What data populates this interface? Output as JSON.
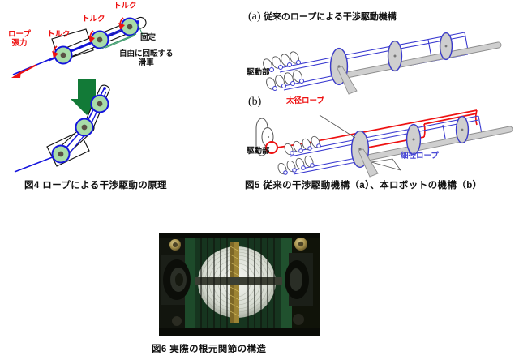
{
  "document": {
    "language": "ja",
    "type": "technical-figure-sheet"
  },
  "figures": [
    {
      "id": "fig4",
      "caption_number": "図4",
      "caption_text": "ロープによる干渉駆動の原理",
      "caption_full": "図4  ロープによる干渉駆動の原理",
      "labels": {
        "rope_tension_line1": "ロープ",
        "rope_tension_line2": "張力",
        "torque_1": "トルク",
        "torque_2": "トルク",
        "torque_3": "トルク",
        "fixed": "固定",
        "free_pulley_line1": "自由に回転する",
        "free_pulley_line2": "滑車"
      },
      "colors": {
        "torque_label": "#ee1111",
        "rope": "#1414dd",
        "pulley_fill": "#a8dca8",
        "pulley_ring": "#1414dd",
        "pulley_hub": "#5a5045",
        "leader_line": "#3f9b6d",
        "arrow": "#127a37",
        "link_outline": "#111111"
      }
    },
    {
      "id": "fig5",
      "caption_number": "図5",
      "caption_text": "従来の干渉駆動機構（a）、本ロボットの機構（b）",
      "caption_full": "図5  従来の干渉駆動機構（a）、本ロボットの機構（b）",
      "panels": [
        {
          "key": "a",
          "marker": "(a)",
          "title": "従来のロープによる干渉駆動機構",
          "labels": {
            "drive_unit": "駆動部"
          }
        },
        {
          "key": "b",
          "marker": "(b)",
          "title": "",
          "labels": {
            "drive_unit": "駆動部",
            "thick_rope": "太径ロープ",
            "thin_rope": "細径ロープ"
          }
        }
      ],
      "colors": {
        "thin_rope": "#3a3ad0",
        "thick_rope": "#ee1111",
        "thin_rope_label": "#4a4ad6",
        "thick_rope_label": "#ee1111",
        "metal_light": "#d2d2d2",
        "metal_edge": "#8e8e8e"
      }
    },
    {
      "id": "fig6",
      "caption_number": "図6",
      "caption_text": "実際の根元関節の構造",
      "caption_full": "図6  実際の根元関節の構造",
      "photo": {
        "description": "実際の根元関節の構造の写真",
        "colors": {
          "frame_dark": "#14170f",
          "plate_green": "#1d4a2a",
          "rope_white": "#e8ece6",
          "braid_gold": "#9d8434",
          "screw_brass": "#b9a65e"
        }
      }
    }
  ]
}
